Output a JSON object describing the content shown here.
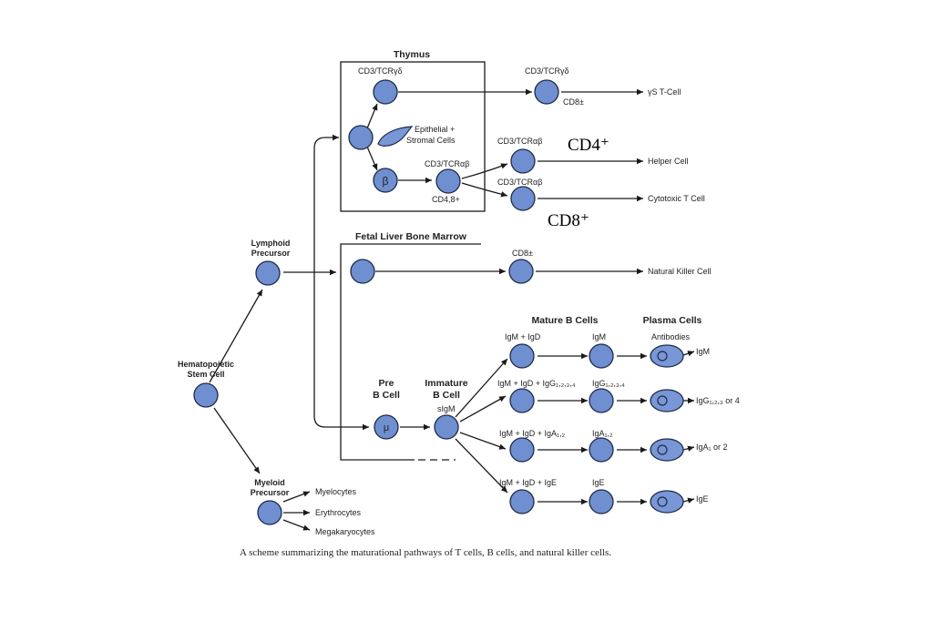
{
  "caption": "A scheme summarizing the maturational pathways of T cells, B cells, and natural killer cells.",
  "annotations": {
    "cd4": "CD4⁺",
    "cd8": "CD8⁺"
  },
  "sections": {
    "thymus": "Thymus",
    "fetal_liver": "Fetal Liver Bone Marrow",
    "mature_b": "Mature B Cells",
    "plasma": "Plasma Cells"
  },
  "stem": {
    "line1": "Hematopoietic",
    "line2": "Stem Cell"
  },
  "lymphoid": {
    "line1": "Lymphoid",
    "line2": "Precursor"
  },
  "myeloid": {
    "line1": "Myeloid",
    "line2": "Precursor",
    "products": [
      "Myelocytes",
      "Erythrocytes",
      "Megakaryocytes"
    ]
  },
  "thymus_labels": {
    "gd_top": "CD3/TCRγδ",
    "epithelial_1": "Epithelial +",
    "epithelial_2": "Stromal Cells",
    "beta": "β",
    "ab_mid": "CD3/TCRαβ",
    "cd48": "CD4,8+"
  },
  "t_outputs": {
    "gd_marker": "CD3/TCRγδ",
    "gd_cd8": "CD8±",
    "gd_cell": "γS T-Cell",
    "helper_marker": "CD3/TCRαβ",
    "helper_cell": "Helper Cell",
    "cyto_marker": "CD3/TCRαβ",
    "cyto_cell": "Cytotoxic T Cell"
  },
  "nk": {
    "marker": "CD8±",
    "cell": "Natural Killer Cell"
  },
  "b_lineage": {
    "pre_1": "Pre",
    "pre_2": "B Cell",
    "mu": "μ",
    "imm_1": "Immature",
    "imm_2": "B Cell",
    "sigm": "sIgM",
    "antibodies": "Antibodies"
  },
  "b_rows": [
    {
      "precursor": "IgM + IgD",
      "mature": "IgM",
      "output": "IgM"
    },
    {
      "precursor": "IgM + IgD + IgG₁,₂,₃,₄",
      "mature": "IgG₁,₂,₃,₄",
      "output": "IgG₁,₂,₃ or 4"
    },
    {
      "precursor": "IgM + IgD + IgA₁,₂",
      "mature": "IgA₁,₂",
      "output": "IgA₁ or 2"
    },
    {
      "precursor": "IgM + IgD + IgE",
      "mature": "IgE",
      "output": "IgE"
    }
  ]
}
